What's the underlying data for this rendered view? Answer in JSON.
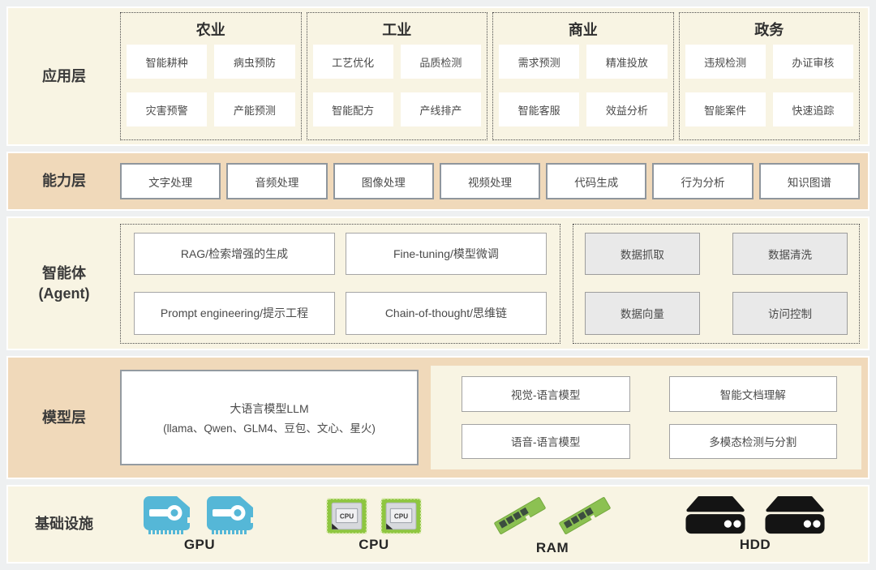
{
  "layers": {
    "app": {
      "label": "应用层",
      "groups": [
        {
          "title": "农业",
          "items": [
            "智能耕种",
            "病虫预防",
            "灾害预警",
            "产能预测"
          ]
        },
        {
          "title": "工业",
          "items": [
            "工艺优化",
            "品质检测",
            "智能配方",
            "产线排产"
          ]
        },
        {
          "title": "商业",
          "items": [
            "需求预测",
            "精准投放",
            "智能客服",
            "效益分析"
          ]
        },
        {
          "title": "政务",
          "items": [
            "违规检测",
            "办证审核",
            "智能案件",
            "快速追踪"
          ]
        }
      ]
    },
    "capability": {
      "label": "能力层",
      "items": [
        "文字处理",
        "音频处理",
        "图像处理",
        "视频处理",
        "代码生成",
        "行为分析",
        "知识图谱"
      ]
    },
    "agent": {
      "label_line1": "智能体",
      "label_line2": "(Agent)",
      "techniques": [
        "RAG/检索增强的生成",
        "Fine-tuning/模型微调",
        "Prompt engineering/提示工程",
        "Chain-of-thought/思维链"
      ],
      "data_ops": [
        "数据抓取",
        "数据清洗",
        "数据向量",
        "访问控制"
      ]
    },
    "model": {
      "label": "模型层",
      "llm_line1": "大语言模型LLM",
      "llm_line2": "(llama、Qwen、GLM4、豆包、文心、星火)",
      "models": [
        "视觉-语言模型",
        "智能文档理解",
        "语音-语言模型",
        "多模态检测与分割"
      ]
    },
    "infra": {
      "label": "基础设施",
      "items": [
        {
          "name": "GPU",
          "icon": "gpu-card-icon"
        },
        {
          "name": "CPU",
          "icon": "cpu-chip-icon"
        },
        {
          "name": "RAM",
          "icon": "ram-stick-icon"
        },
        {
          "name": "HDD",
          "icon": "hdd-drive-icon"
        }
      ],
      "cpu_chip_text": "CPU"
    }
  },
  "colors": {
    "cream_band": "#f8f4e3",
    "tan_band": "#f0d9ba",
    "page_bg": "#eef0f1",
    "box_border_gray": "#8f969d",
    "gray_box_fill": "#e9e9e9",
    "gpu_blue": "#55b7d7",
    "cpu_green": "#8ec63f",
    "ram_green": "#8cc152",
    "hdd_black": "#141414"
  }
}
